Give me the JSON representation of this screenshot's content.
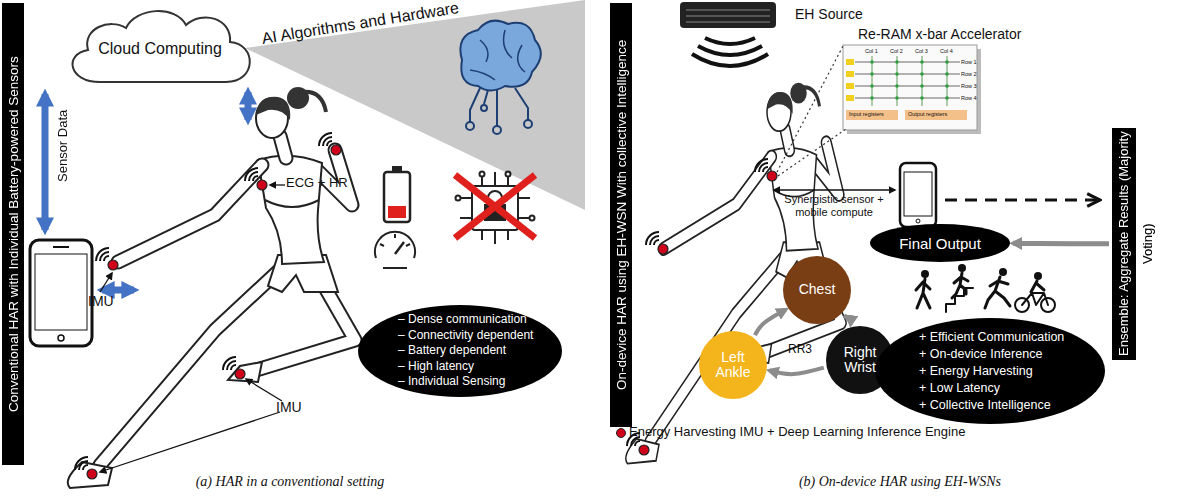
{
  "diagram": {
    "nodes": [
      {
        "text": [
          "Conventional HAR with Individual Battery-powered Sensors"
        ]
      },
      {
        "text": [
          "Cloud Computing"
        ]
      },
      {
        "text": [
          "– Dense communication",
          "– Connectivity dependent",
          "– Battery dependent",
          "– High latency",
          "– Individual Sensing"
        ]
      },
      {
        "text": [
          "On-device HAR using EH-WSN With collective Intelligence"
        ]
      },
      {
        "text": [
          "Ensemble: Aggregate Results (Majority Voting)"
        ]
      },
      {
        "text": [
          "Final Output"
        ]
      },
      {
        "text": [
          "Chest"
        ]
      },
      {
        "text": [
          "Right Wrist"
        ]
      },
      {
        "text": [
          "Left Ankle"
        ]
      },
      {
        "text": [
          "+ Efficient Communication",
          "+ On-device Inference",
          "+ Energy Harvesting",
          "+ Low Latency",
          "+ Collective Intelligence"
        ]
      }
    ],
    "edges": [
      {
        "from": 4,
        "to": 5,
        "arrow": "to"
      },
      {
        "from": 6,
        "to": 7,
        "arrow": "to"
      },
      {
        "from": 7,
        "to": 8,
        "arrow": "to"
      },
      {
        "from": 8,
        "to": 6,
        "arrow": "to"
      }
    ],
    "labels": [
      "AI Algorithms and Hardware",
      "Sensor Data",
      "IMU",
      "ECG + HR",
      "IMU",
      "EH Source",
      "Re-RAM x-bar Accelerator",
      "Synergistic sensor + mobile compute",
      "RR3",
      "Energy Harvesting IMU + Deep Learning Inference Engine",
      "Col 1",
      "Col 2",
      "Col 3",
      "Col 4",
      "Row 1",
      "Row 2",
      "Row 3",
      "Row 4",
      "Input registers",
      "Output registers",
      "(a) HAR in a conventional setting",
      "(b) On-device HAR using EH-WSNs"
    ]
  }
}
